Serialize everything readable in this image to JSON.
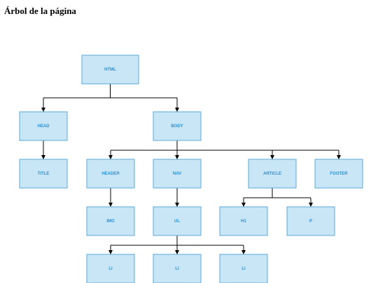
{
  "title": "Árbol de la página",
  "colors": {
    "node_fill": "#c9e6f7",
    "node_stroke": "#5aa8d8",
    "node_text": "#2a8fd0",
    "edge": "#000000"
  },
  "tree": {
    "nodes": [
      {
        "id": "html",
        "label": "HTML"
      },
      {
        "id": "head",
        "label": "HEAD"
      },
      {
        "id": "body",
        "label": "BODY"
      },
      {
        "id": "title",
        "label": "TITLE"
      },
      {
        "id": "header",
        "label": "HEADER"
      },
      {
        "id": "nav",
        "label": "NAV"
      },
      {
        "id": "article",
        "label": "ARTICLE"
      },
      {
        "id": "footer",
        "label": "FOOTER"
      },
      {
        "id": "img",
        "label": "IMG"
      },
      {
        "id": "ul",
        "label": "UL"
      },
      {
        "id": "h1",
        "label": "H1"
      },
      {
        "id": "p",
        "label": "P"
      },
      {
        "id": "li1",
        "label": "LI"
      },
      {
        "id": "li2",
        "label": "LI"
      },
      {
        "id": "li3",
        "label": "LI"
      }
    ],
    "edges": [
      {
        "from": "html",
        "to": [
          "head",
          "body"
        ]
      },
      {
        "from": "head",
        "to": [
          "title"
        ]
      },
      {
        "from": "body",
        "to": [
          "header",
          "nav",
          "article",
          "footer"
        ]
      },
      {
        "from": "header",
        "to": [
          "img"
        ]
      },
      {
        "from": "nav",
        "to": [
          "ul"
        ]
      },
      {
        "from": "article",
        "to": [
          "h1",
          "p"
        ]
      },
      {
        "from": "ul",
        "to": [
          "li1",
          "li2",
          "li3"
        ]
      }
    ]
  }
}
